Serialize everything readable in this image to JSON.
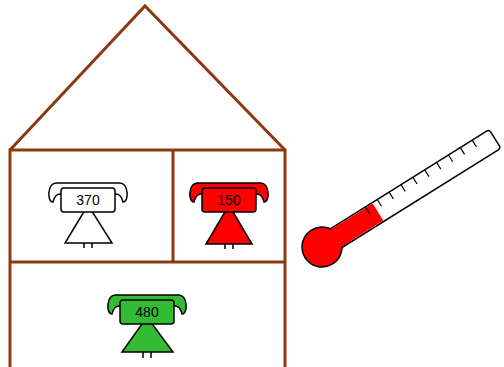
{
  "diagram": {
    "nodes": [
      {
        "text": [
          "370"
        ]
      },
      {
        "text": [
          "150"
        ]
      },
      {
        "text": [
          "480"
        ]
      }
    ]
  }
}
